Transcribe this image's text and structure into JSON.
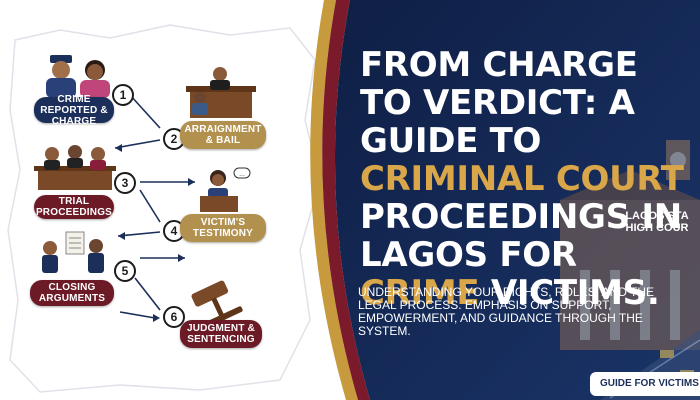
{
  "headline": {
    "part1": "From Charge to Verdict: A Guide to",
    "part2": "Criminal Court",
    "part3": "Proceedings in Lagos for",
    "part4": "Crime",
    "part5": "Victims."
  },
  "subtitle": "Understanding your rights, roles, and the legal process. Emphasis on support, empowerment, and guidance through the system.",
  "badge": "GUIDE FOR VICTIMS",
  "building_sign": {
    "line1": "LAGOS STA",
    "line2": "HIGH COUR"
  },
  "steps": [
    {
      "number": "1",
      "label": "CRIME REPORTED & CHARGE",
      "icon": "police-officer-and-victim-icon"
    },
    {
      "number": "2",
      "label": "ARRAIGNMENT & BAIL",
      "icon": "judge-bench-icon"
    },
    {
      "number": "3",
      "label": "TRIAL PROCEEDINGS",
      "icon": "courtroom-panel-icon"
    },
    {
      "number": "4",
      "label": "VICTIM'S TESTIMONY",
      "icon": "witness-stand-icon"
    },
    {
      "number": "5",
      "label": "CLOSING ARGUMENTS",
      "icon": "lawyers-with-documents-icon"
    },
    {
      "number": "6",
      "label": "JUDGMENT & SENTENCING",
      "icon": "gavel-icon"
    }
  ],
  "colors": {
    "navy": "#1c2f5a",
    "maroon": "#6b1a26",
    "gold": "#d9a64a",
    "label_gold": "#b2914f"
  }
}
